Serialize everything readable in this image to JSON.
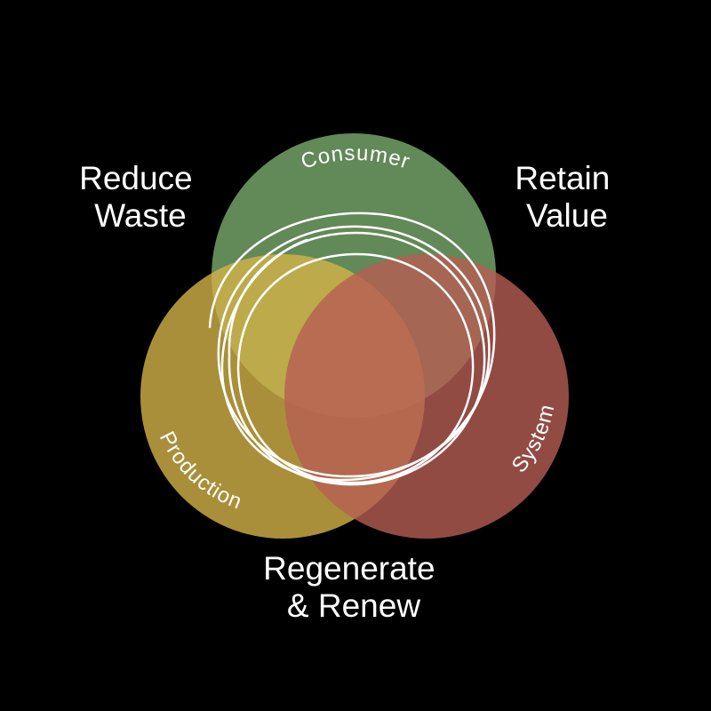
{
  "colors": {
    "background": "#000000",
    "consumer": "#7aab6e",
    "production": "#d4b348",
    "system": "#b65e54",
    "scribble": "#ffffff"
  },
  "circles": {
    "consumer": "Consumer",
    "production": "Production",
    "system": "System"
  },
  "labels": {
    "reduce_waste_line1": "Reduce",
    "reduce_waste_line2": "Waste",
    "retain_value_line1": "Retain",
    "retain_value_line2": "Value",
    "regenerate_line1": "Regenerate",
    "regenerate_line2": "& Renew"
  }
}
